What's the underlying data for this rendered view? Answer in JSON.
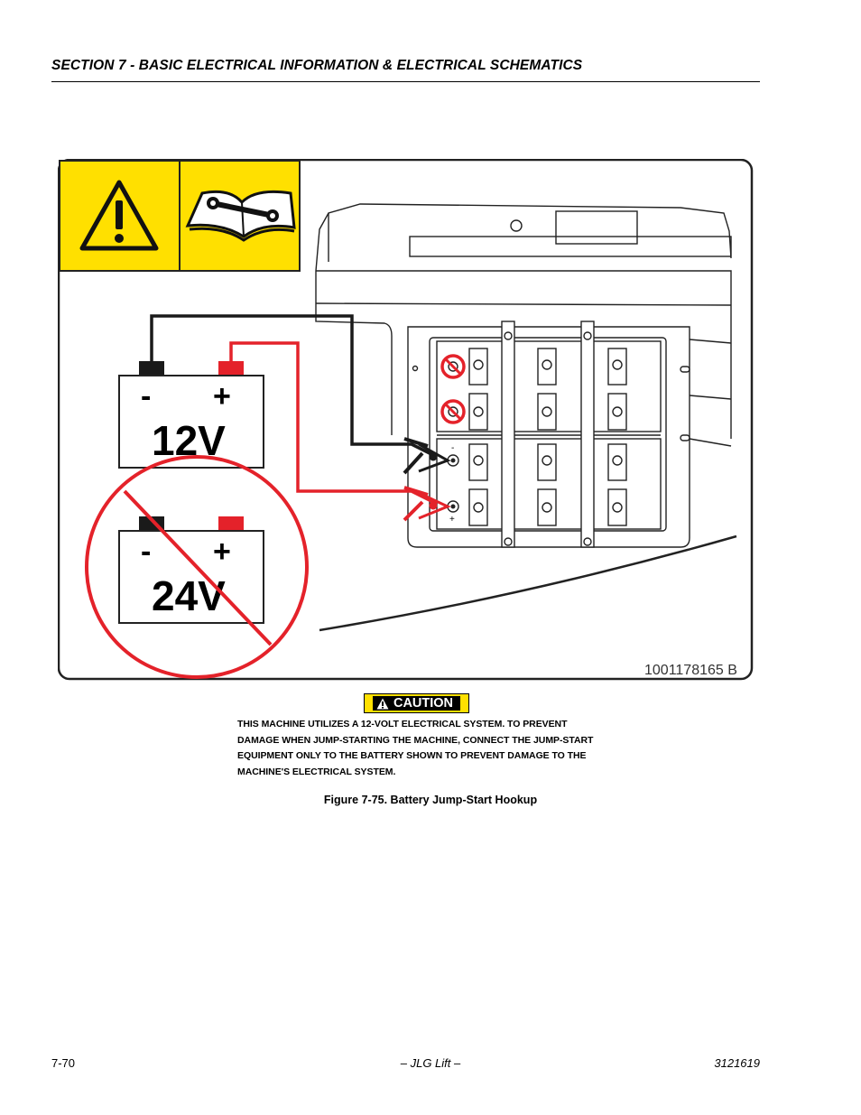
{
  "header": {
    "section_title": "SECTION 7 - BASIC ELECTRICAL INFORMATION & ELECTRICAL SCHEMATICS"
  },
  "figure": {
    "battery_ok": {
      "minus": "-",
      "plus": "+",
      "voltage": "12V"
    },
    "battery_prohibited": {
      "minus": "-",
      "plus": "+",
      "voltage": "24V"
    },
    "part_number": "1001178165 B",
    "terminal_minus": "-",
    "terminal_plus": "+",
    "colors": {
      "warning_yellow": "#ffe000",
      "cable_red": "#e4222a",
      "cable_black": "#1a1a1a"
    },
    "icons": [
      "warning-triangle-icon",
      "manual-wrench-icon",
      "prohibited-icon",
      "jumper-clamp-icon"
    ]
  },
  "caution": {
    "badge_label": "CAUTION",
    "text": "THIS MACHINE UTILIZES A 12-VOLT ELECTRICAL SYSTEM. TO PREVENT DAMAGE WHEN JUMP-STARTING THE MACHINE, CONNECT THE JUMP-START EQUIPMENT ONLY TO THE BATTERY SHOWN TO PREVENT DAMAGE TO THE MACHINE'S ELECTRICAL SYSTEM."
  },
  "caption": "Figure 7-75.  Battery Jump-Start Hookup",
  "footer": {
    "page_number": "7-70",
    "center": "– JLG Lift –",
    "doc_number": "3121619"
  }
}
